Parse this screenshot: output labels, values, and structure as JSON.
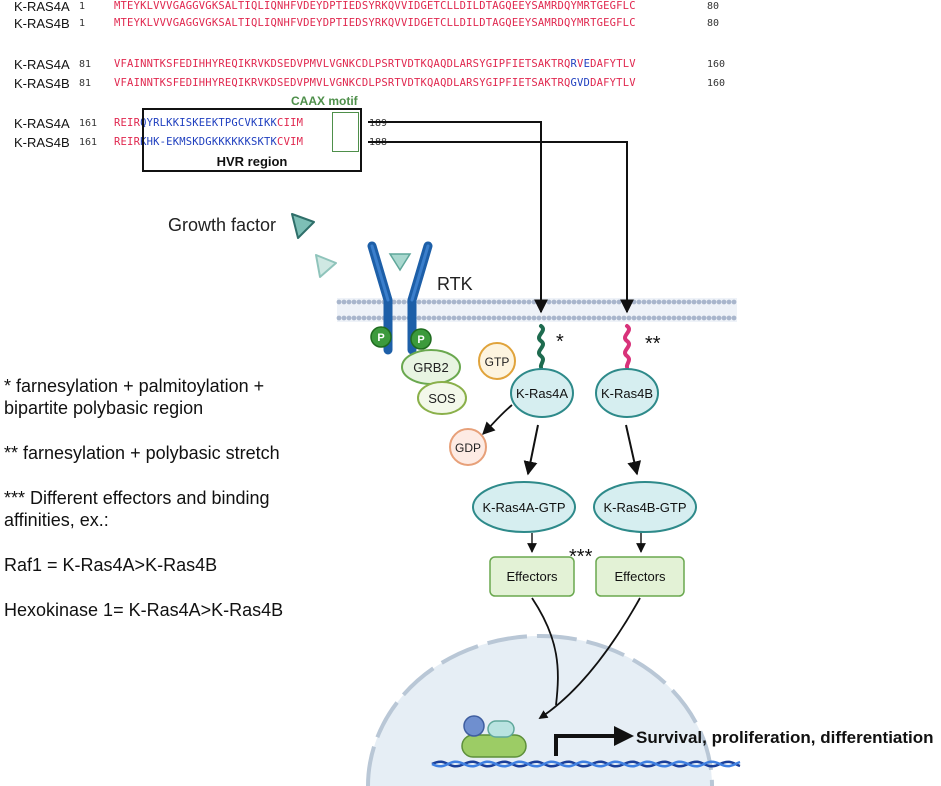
{
  "alignment": {
    "rows": [
      {
        "name": "K-RAS4A",
        "start": "1",
        "end": "80",
        "seq": [
          {
            "t": "MTEYKLVVVGAGGVGKSALTIQLIQNHFVDEYDPTIEDSYRKQVVIDGETCLLDILDTAGQEEYSAMRDQYMRTGEGFLC",
            "c": "r"
          }
        ]
      },
      {
        "name": "K-RAS4B",
        "start": "1",
        "end": "80",
        "seq": [
          {
            "t": "MTEYKLVVVGAGGVGKSALTIQLIQNHFVDEYDPTIEDSYRKQVVIDGETCLLDILDTAGQEEYSAMRDQYMRTGEGFLC",
            "c": "r"
          }
        ]
      },
      {
        "name": "K-RAS4A",
        "start": "81",
        "end": "160",
        "seq": [
          {
            "t": "VFAINNTKSFEDIHHYREQIKRVKDSEDVPMVLVGNKCDLPSRTVDTKQAQDLARSYGIPFIETSAKTRQ",
            "c": "r"
          },
          {
            "t": "R",
            "c": "b"
          },
          {
            "t": "V",
            "c": "r"
          },
          {
            "t": "E",
            "c": "b"
          },
          {
            "t": "DAFYTLV",
            "c": "r"
          }
        ]
      },
      {
        "name": "K-RAS4B",
        "start": "81",
        "end": "160",
        "seq": [
          {
            "t": "VFAINNTKSFEDIHHYREQIKRVKDSEDVPMVLVGNKCDLPSRTVDTKQAQDLARSYGIPFIETSAKTRQ",
            "c": "r"
          },
          {
            "t": "GVD",
            "c": "b"
          },
          {
            "t": "DAFYTLV",
            "c": "r"
          }
        ]
      },
      {
        "name": "K-RAS4A",
        "start": "161",
        "end": "189",
        "seq": [
          {
            "t": "REIR",
            "c": "r"
          },
          {
            "t": "QYRLKKISKEEKTPGCVKIKK",
            "c": "b"
          },
          {
            "t": "CIIM",
            "c": "r"
          }
        ]
      },
      {
        "name": "K-RAS4B",
        "start": "161",
        "end": "188",
        "seq": [
          {
            "t": "REIR",
            "c": "r"
          },
          {
            "t": "KHK-EKMSKDGKKKKKKSKTK",
            "c": "b"
          },
          {
            "t": "CVIM",
            "c": "r"
          }
        ]
      }
    ],
    "caax_label": "CAAX motif",
    "hvr_label": "HVR region"
  },
  "diagram": {
    "growth_factor": "Growth factor",
    "rtk": "RTK",
    "phospho": "P",
    "grb2": "GRB2",
    "sos": "SOS",
    "gtp": "GTP",
    "gdp": "GDP",
    "kras4a": "K-Ras4A",
    "kras4b": "K-Ras4B",
    "kras4a_gtp": "K-Ras4A-GTP",
    "kras4b_gtp": "K-Ras4B-GTP",
    "effectors": "Effectors",
    "star1": "*",
    "star2": "**",
    "star3": "***",
    "outcome": "Survival, proliferation, differentiation"
  },
  "notes": {
    "n1_line1": "* farnesylation + palmitoylation +",
    "n1_line2": "bipartite polybasic region",
    "n2": "** farnesylation + polybasic stretch",
    "n3_line1": "*** Different effectors and binding",
    "n3_line2": "affinities, ex.:",
    "raf1": "Raf1 = K-Ras4A>K-Ras4B",
    "hexokinase": "Hexokinase 1= K-Ras4A>K-Ras4B"
  },
  "colors": {
    "red_residue": "#e0284f",
    "blue_residue": "#1f3fbf",
    "underline": "#f08a1c",
    "caax_green": "#4e8f4a",
    "kras_fill": "#d6eef0",
    "kras_stroke": "#2e8a8a",
    "effector_fill": "#e3f2d6",
    "receptor_blue": "#1d5fa8",
    "membrane": "#b8c4d8",
    "lipid_4a": "#1e6b4f",
    "lipid_4b": "#d8327a"
  }
}
